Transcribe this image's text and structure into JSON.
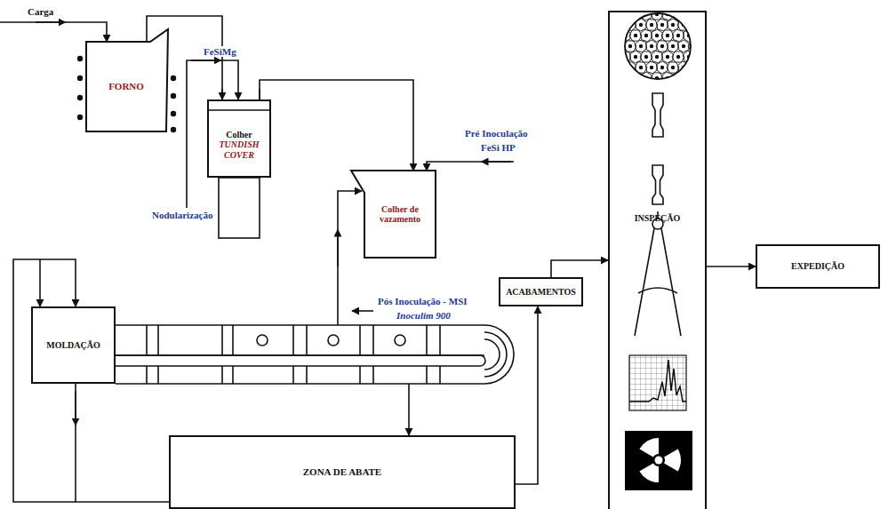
{
  "diagram": {
    "nodes": [
      {
        "text": [
          "FORNO"
        ]
      },
      {
        "text": [
          "Colher",
          "TUNDISH COVER"
        ]
      },
      {
        "text": [
          "Colher de vazamento"
        ]
      },
      {
        "text": [
          "MOLDAÇÃO"
        ]
      },
      {
        "text": [
          "ZONA DE ABATE"
        ]
      },
      {
        "text": [
          "ACABAMENTOS"
        ]
      },
      {
        "text": [
          "INSPEÇÃO"
        ]
      },
      {
        "text": [
          "EXPEDIÇÃO"
        ]
      }
    ],
    "edges": [
      {
        "from": 0,
        "to": 1,
        "arrow": "to"
      },
      {
        "from": 1,
        "to": 2,
        "arrow": "to"
      },
      {
        "from": 4,
        "to": 3,
        "arrow": "to"
      },
      {
        "from": 4,
        "to": 5,
        "arrow": "to"
      },
      {
        "from": 5,
        "to": 6,
        "arrow": "to"
      },
      {
        "from": 6,
        "to": 7,
        "arrow": "to"
      }
    ],
    "labels": [
      "Carga",
      "FeSiMg",
      "Nodularização",
      "Pré Inoculação",
      "FeSi HP",
      "Pós Inoculação - MSI",
      "Inoculim 900"
    ]
  }
}
